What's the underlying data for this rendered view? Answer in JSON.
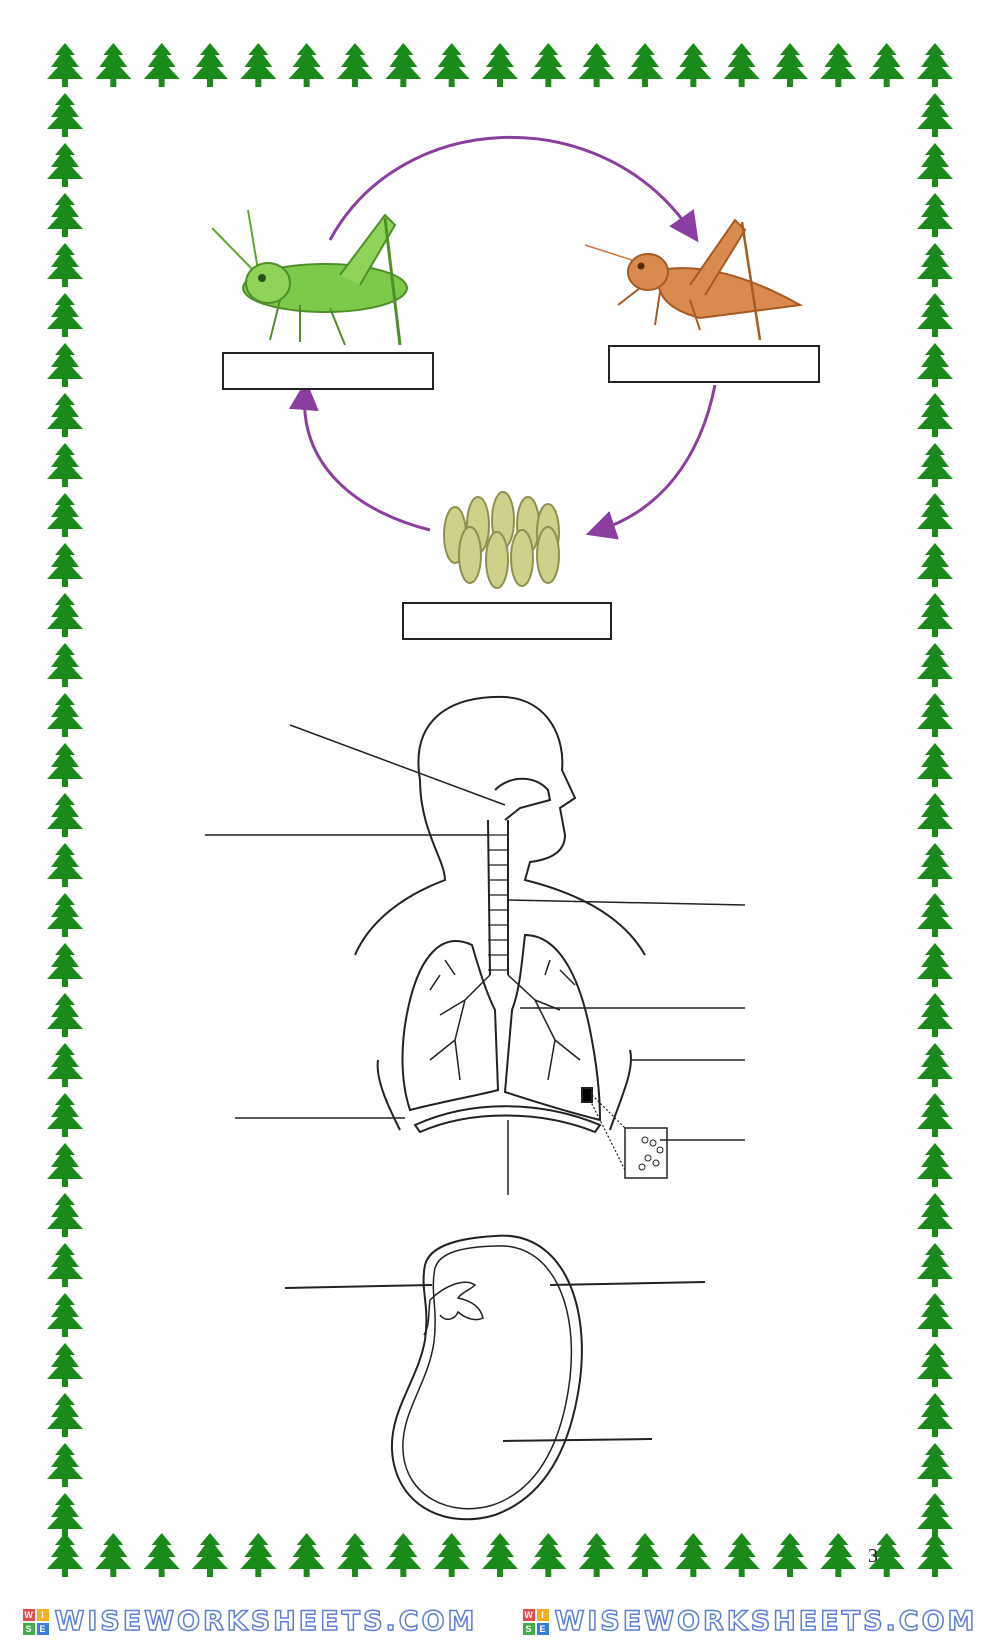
{
  "page": {
    "number": "3"
  },
  "colors": {
    "tree": "#1a8a1a",
    "arrow": "#8a3fa0",
    "grasshopper_adult": "#7dc94a",
    "nymph": "#c9763d",
    "eggs": "#cfd08a",
    "line": "#222222",
    "brand": "#5a7fd6"
  },
  "life_cycle": {
    "stages": [
      {
        "icon": "grasshopper-adult-icon",
        "label": ""
      },
      {
        "icon": "grasshopper-nymph-icon",
        "label": ""
      },
      {
        "icon": "grasshopper-eggs-icon",
        "label": ""
      }
    ]
  },
  "footer": {
    "brand_logo": [
      "W",
      "I",
      "S",
      "E"
    ],
    "brand_text": "WISEWORKSHEETS.COM"
  }
}
